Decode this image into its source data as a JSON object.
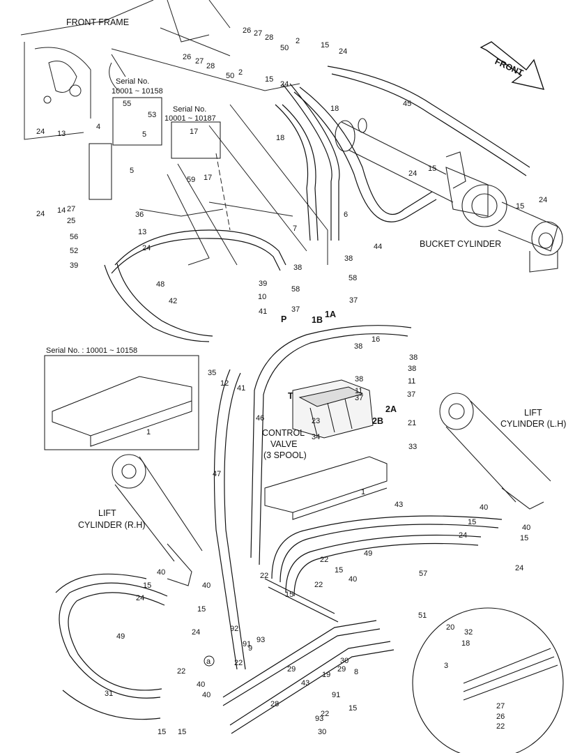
{
  "headings": {
    "front_frame": "FRONT FRAME",
    "front_arrow": "FRONT",
    "bucket_cylinder": "BUCKET CYLINDER",
    "lift_lh_1": "LIFT",
    "lift_lh_2": "CYLINDER (L.H)",
    "lift_rh_1": "LIFT",
    "lift_rh_2": "CYLINDER (R.H)",
    "control_valve_1": "CONTROL",
    "control_valve_2": "VALVE",
    "control_valve_3": "(3 SPOOL)",
    "detail_circle": "a",
    "serial_left_1": "Serial No.",
    "serial_left_2": "10001 ~ 10158",
    "serial_right_1": "Serial No.",
    "serial_right_2": "10001 ~ 10187",
    "serial_box": "Serial No. : 10001 ~ 10158"
  },
  "port_labels": [
    {
      "id": "P",
      "text": "P"
    },
    {
      "id": "1B",
      "text": "1B"
    },
    {
      "id": "1A",
      "text": "1A"
    },
    {
      "id": "T",
      "text": "T"
    },
    {
      "id": "2A",
      "text": "2A"
    },
    {
      "id": "2B",
      "text": "2B"
    }
  ],
  "callouts": [
    "26",
    "27",
    "28",
    "50",
    "2",
    "15",
    "24",
    "26",
    "27",
    "28",
    "50",
    "2",
    "15",
    "24",
    "18",
    "18",
    "45",
    "55",
    "53",
    "5",
    "17",
    "4",
    "13",
    "24",
    "14",
    "24",
    "5",
    "59",
    "17",
    "27",
    "25",
    "36",
    "13",
    "56",
    "24",
    "52",
    "39",
    "48",
    "42",
    "7",
    "6",
    "44",
    "38",
    "38",
    "39",
    "58",
    "58",
    "10",
    "37",
    "37",
    "41",
    "15",
    "24",
    "15",
    "24",
    "38",
    "16",
    "38",
    "38",
    "38",
    "11",
    "11",
    "37",
    "37",
    "35",
    "12",
    "41",
    "46",
    "23",
    "21",
    "34",
    "33",
    "1",
    "1",
    "47",
    "43",
    "40",
    "15",
    "24",
    "40",
    "15",
    "24",
    "49",
    "22",
    "15",
    "40",
    "22",
    "15",
    "22",
    "57",
    "51",
    "40",
    "15",
    "24",
    "40",
    "15",
    "24",
    "92",
    "91",
    "93",
    "9",
    "20",
    "32",
    "18",
    "3",
    "49",
    "22",
    "29",
    "19",
    "30",
    "8",
    "29",
    "43",
    "31",
    "22",
    "15",
    "40",
    "40",
    "93",
    "91",
    "15",
    "22",
    "30",
    "28",
    "27",
    "26",
    "22",
    "15"
  ]
}
